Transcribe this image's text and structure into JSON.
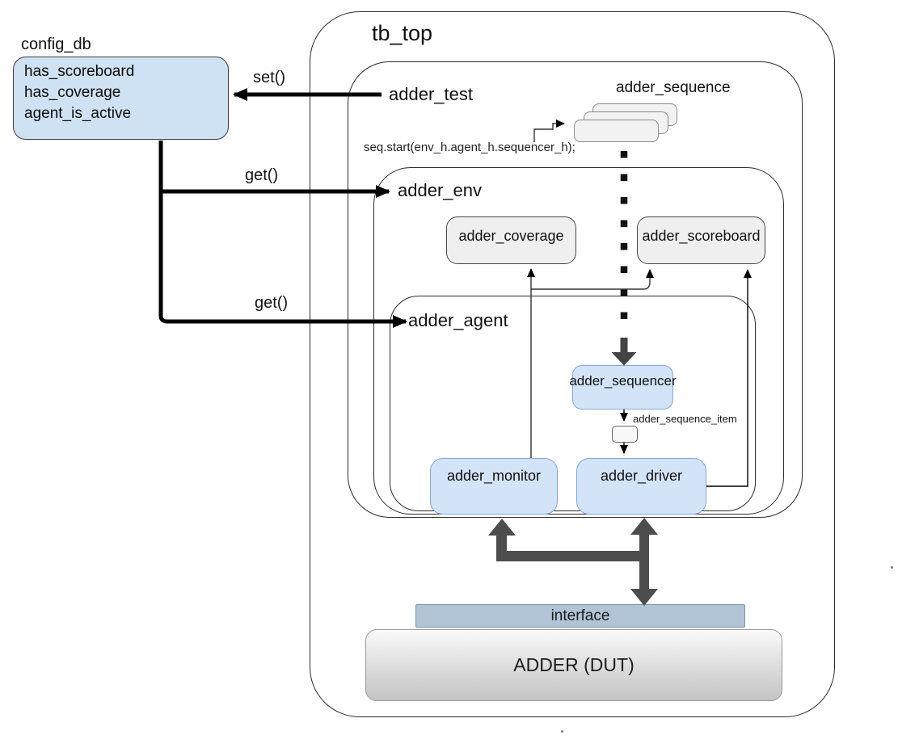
{
  "config_db": {
    "title": "config_db",
    "items": [
      "has_scoreboard",
      "has_coverage",
      "agent_is_active"
    ]
  },
  "containers": {
    "tb_top": "tb_top",
    "test": "adder_test",
    "env": "adder_env",
    "agent": "adder_agent"
  },
  "arrow_labels": {
    "set": "set()",
    "get_env": "get()",
    "get_agent": "get()"
  },
  "sequence": {
    "label": "adder_sequence",
    "start_call": "seq.start(env_h.agent_h.sequencer_h);"
  },
  "components": {
    "coverage": "adder_coverage",
    "scoreboard": "adder_scoreboard",
    "sequencer": "adder_sequencer",
    "sequence_item": "adder_sequence_item",
    "monitor": "adder_monitor",
    "driver": "adder_driver",
    "interface": "interface",
    "dut": "ADDER (DUT)"
  },
  "colors": {
    "blue_box_fill": "#d3e3f8",
    "blue_box_border": "#7ea6e0",
    "config_fill": "#cfe2f3",
    "gray_box_fill": "#efefef",
    "interface_fill": "#b0c4d6",
    "dut_gradient_top": "#fafafa",
    "dut_gradient_bottom": "#c3c3c3",
    "thick_arrow": "#4d4d4d",
    "line": "#000000"
  }
}
